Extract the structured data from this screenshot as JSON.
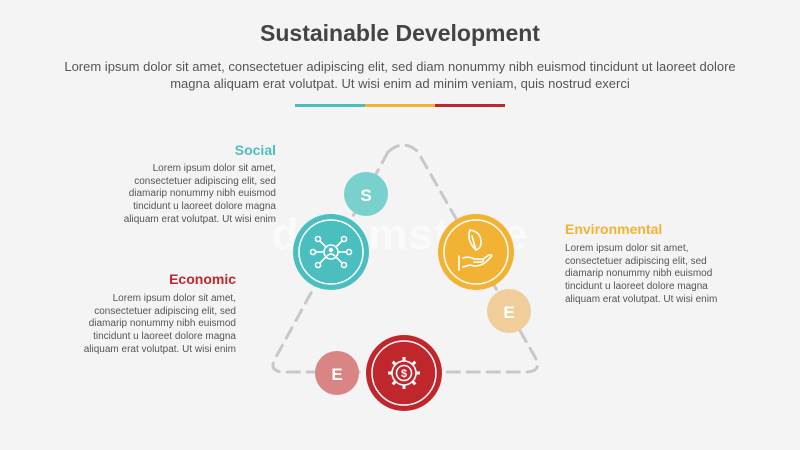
{
  "header": {
    "title": "Sustainable Development",
    "subtitle": "Lorem ipsum dolor sit amet, consectetuer adipiscing elit, sed diam nonummy nibh euismod tincidunt ut laoreet dolore magna aliquam erat volutpat. Ut wisi enim ad minim veniam, quis nostrud exerci"
  },
  "colors": {
    "social": "#4bbfbf",
    "environmental": "#f2b233",
    "economic": "#c0272d",
    "social_light": "#79d1cd",
    "environmental_light": "#f1cd9a",
    "economic_light": "#d98585",
    "dash": "#c8c8c8"
  },
  "social": {
    "label": "Social",
    "body": "Lorem ipsum dolor sit amet, consectetuer adipiscing elit, sed diamarip nonummy nibh euismod tincidunt u laoreet dolore magna aliquam erat volutpat. Ut wisi enim",
    "badge_letter": "S",
    "icon": "people-network-icon"
  },
  "environmental": {
    "label": "Environmental",
    "body": "Lorem ipsum dolor sit amet, consectetuer adipiscing elit, sed diamarip nonummy nibh euismod tincidunt u laoreet dolore magna aliquam erat volutpat. Ut wisi enim",
    "badge_letter": "E",
    "icon": "hand-leaf-icon"
  },
  "economic": {
    "label": "Economic",
    "body": "Lorem ipsum dolor sit amet, consectetuer adipiscing elit, sed diamarip nonummy nibh euismod tincidunt u laoreet dolore magna aliquam erat volutpat. Ut wisi enim",
    "badge_letter": "E",
    "icon": "gear-dollar-icon"
  },
  "watermark": "dreamstime"
}
